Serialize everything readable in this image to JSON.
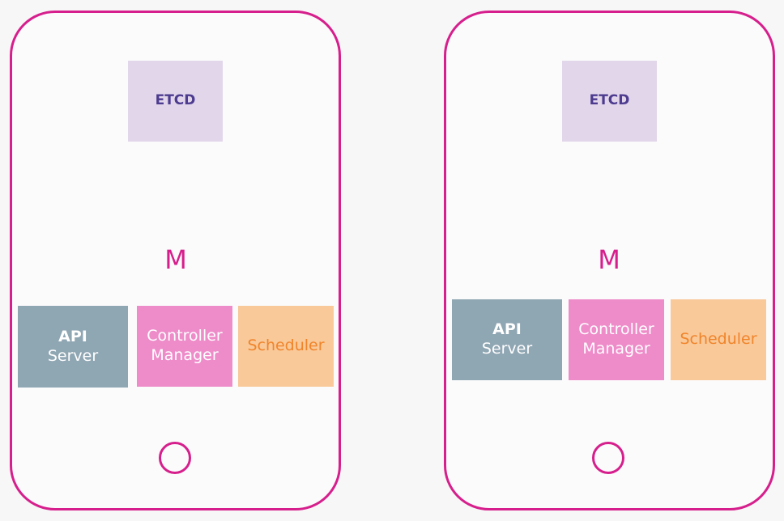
{
  "nodes": [
    {
      "etcd_label": "ETCD",
      "master_label": "M",
      "api_server": {
        "line1": "API",
        "line2": "Server"
      },
      "controller_manager": {
        "line1": "Controller",
        "line2": "Manager"
      },
      "scheduler_label": "Scheduler"
    },
    {
      "etcd_label": "ETCD",
      "master_label": "M",
      "api_server": {
        "line1": "API",
        "line2": "Server"
      },
      "controller_manager": {
        "line1": "Controller",
        "line2": "Manager"
      },
      "scheduler_label": "Scheduler"
    }
  ],
  "colors": {
    "node_outline": "#d61f8c",
    "etcd_fill": "#e1d6ea",
    "etcd_text": "#4c3b8f",
    "api_fill": "#8fa6b3",
    "controller_fill": "#ee8bc9",
    "scheduler_fill": "#f9c99a",
    "scheduler_text": "#f0842a"
  }
}
